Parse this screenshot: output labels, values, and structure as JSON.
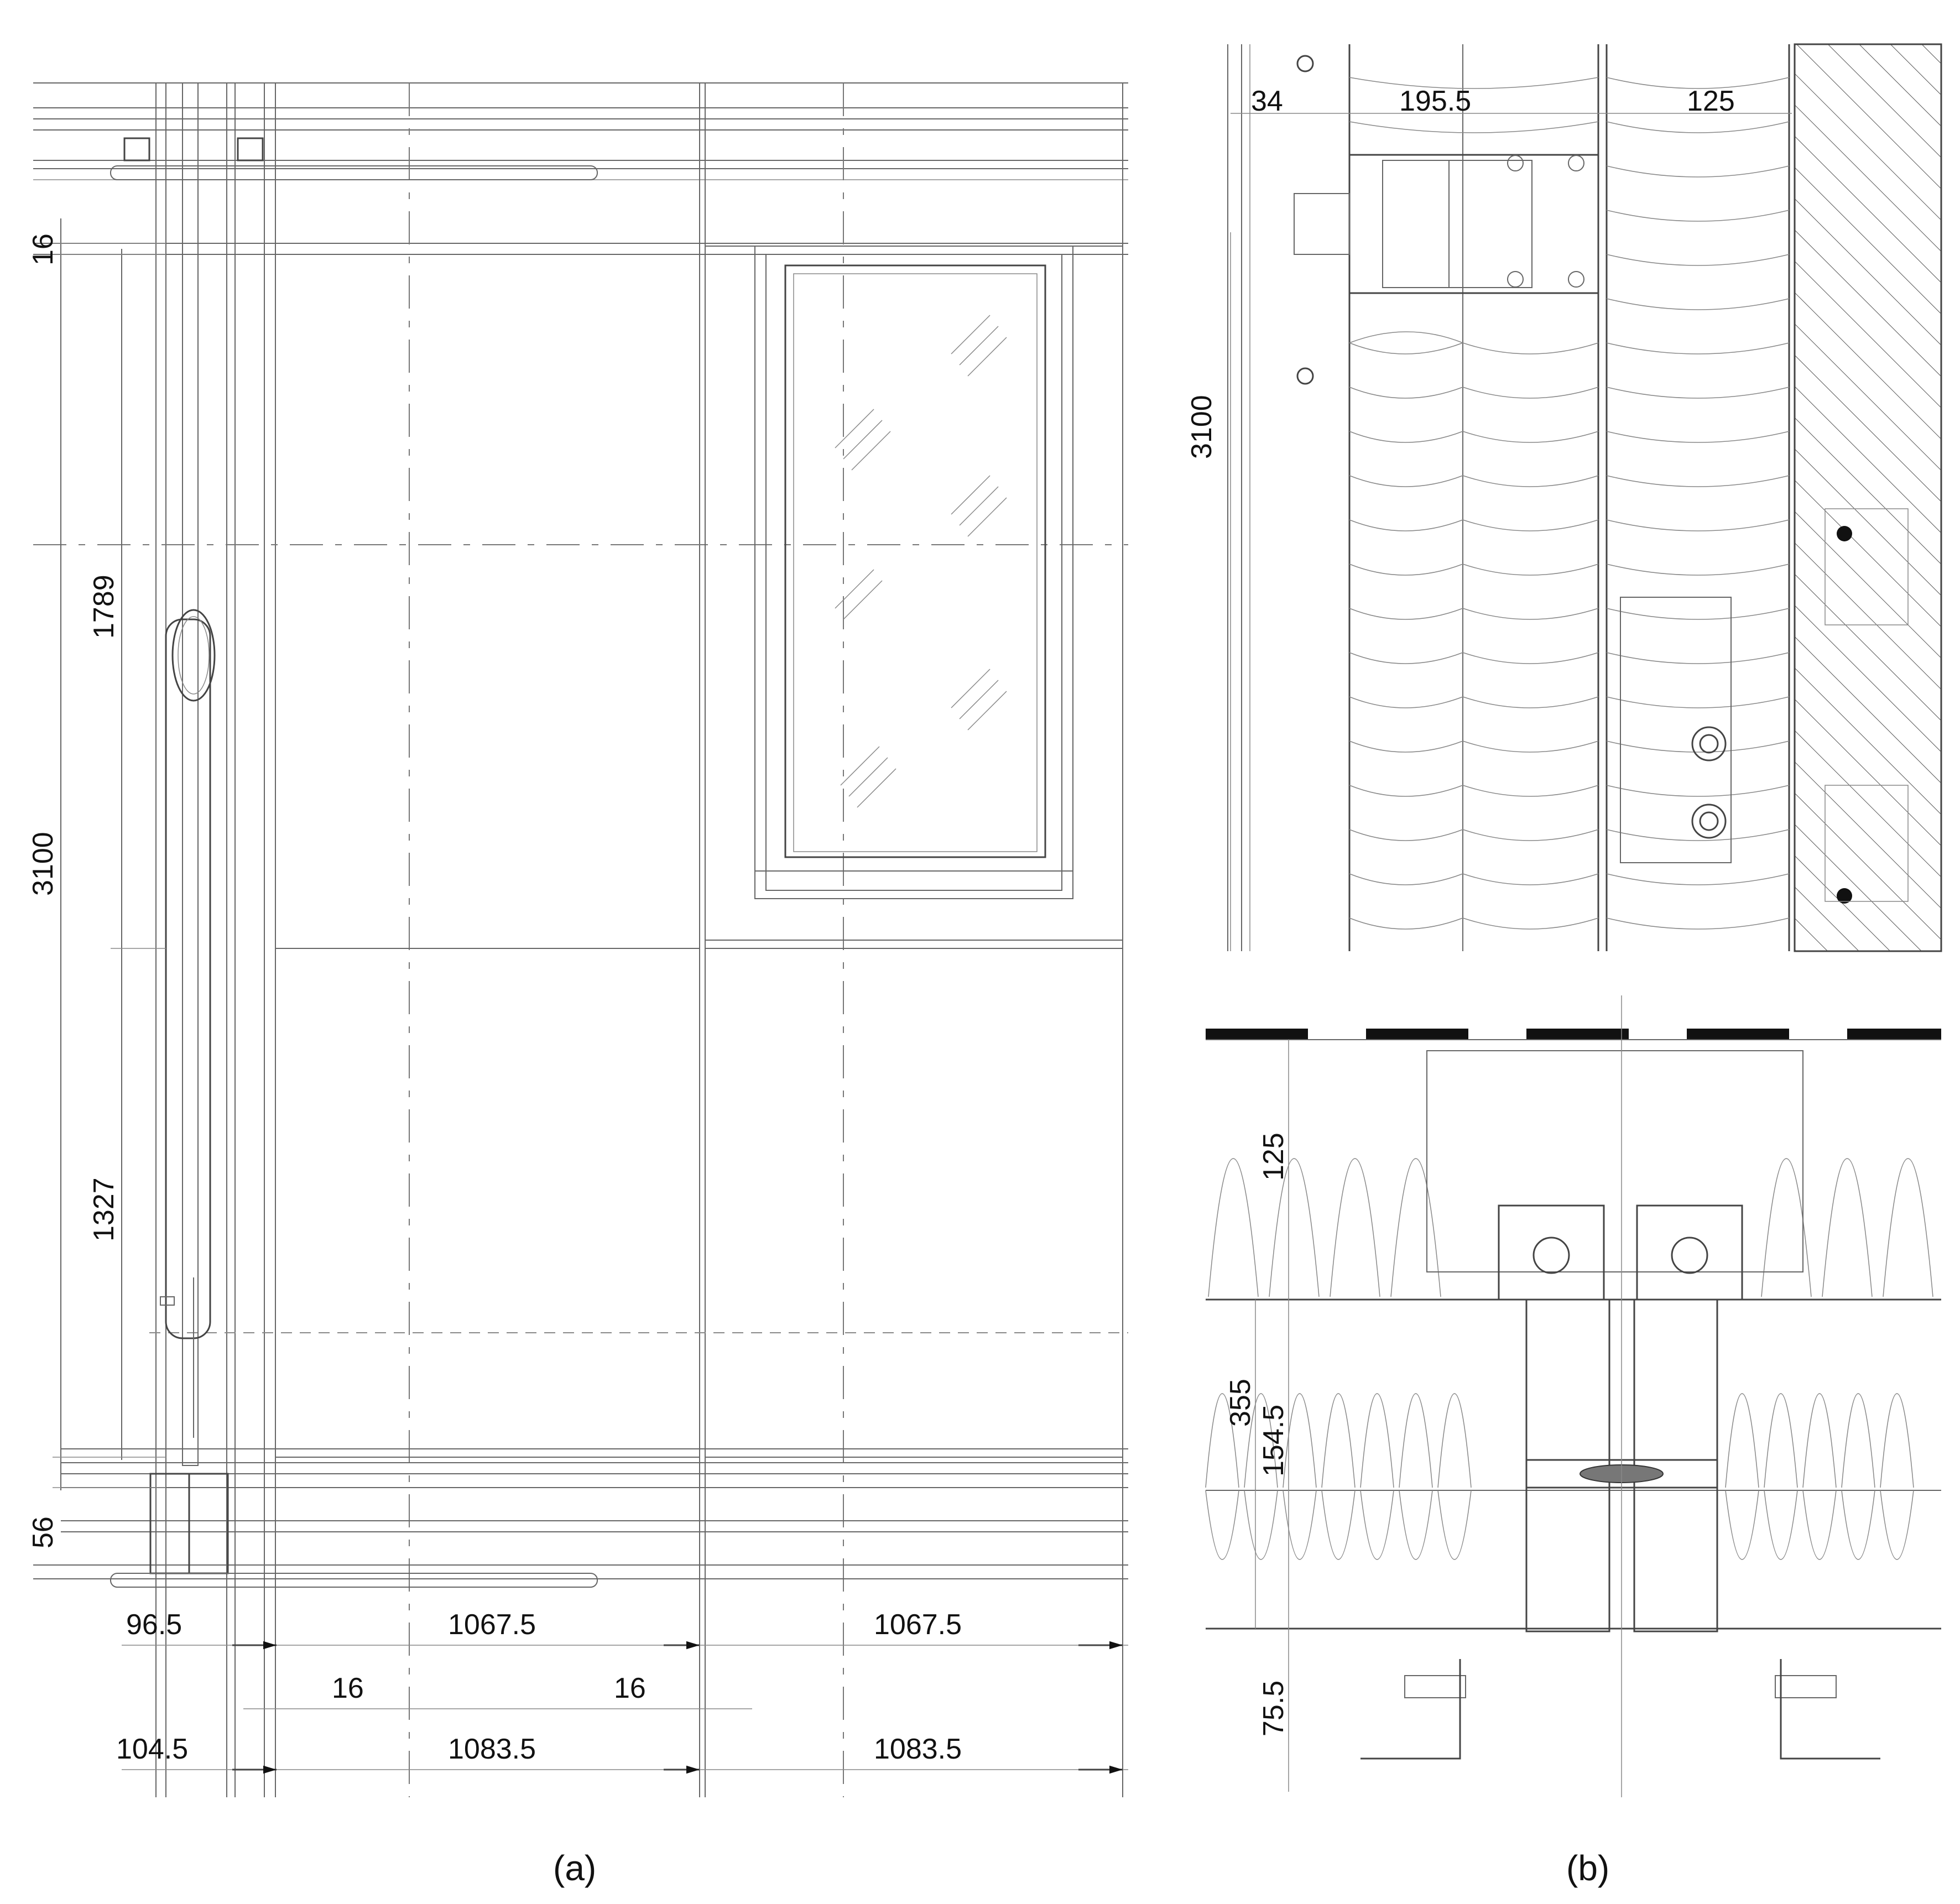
{
  "panel_a": {
    "caption": "(a)",
    "vertical_dims": [
      "16",
      "3100",
      "1789",
      "1327",
      "56"
    ],
    "horizontal_dims_row1": [
      "96.5",
      "1067.5",
      "1067.5"
    ],
    "horizontal_dims_row2": [
      "16",
      "16"
    ],
    "horizontal_dims_row3": [
      "104.5",
      "1083.5",
      "1083.5"
    ]
  },
  "panel_b": {
    "caption": "(b)",
    "top_detail": {
      "dims": [
        "34",
        "195.5",
        "125"
      ],
      "vertical_dim": "3100"
    },
    "bottom_detail": {
      "dims": [
        "125",
        "355",
        "154.5",
        "75.5"
      ]
    }
  }
}
